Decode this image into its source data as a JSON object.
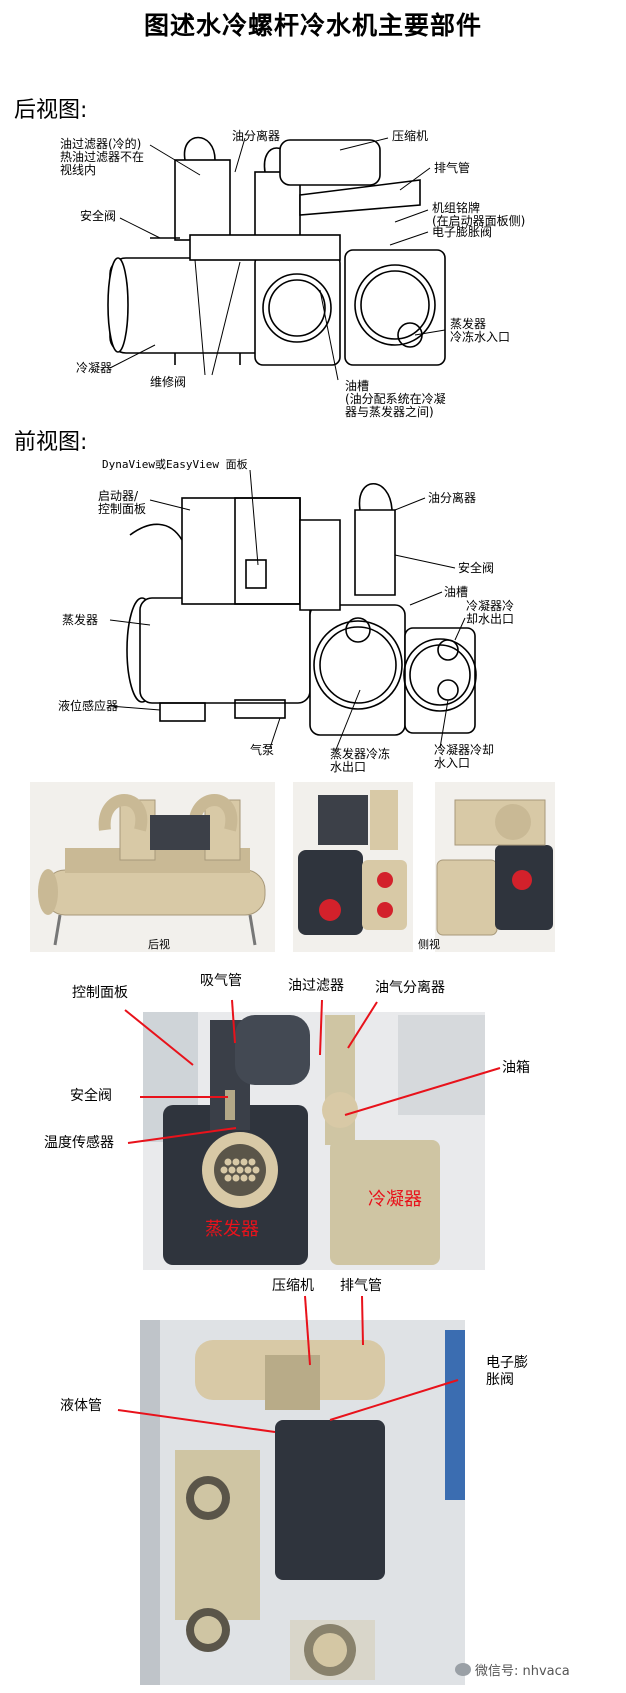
{
  "title": "图述水冷螺杆冷水机主要部件",
  "rear": {
    "heading": "后视图:",
    "labels": {
      "oil_filter": "油过滤器(冷的)\n热油过滤器不在\n视线内",
      "oil_separator": "油分离器",
      "compressor": "压缩机",
      "discharge_pipe": "排气管",
      "nameplate": "机组铭牌\n(在启动器面板侧)",
      "safety_valve": "安全阀",
      "exv": "电子膨胀阀",
      "evaporator_inlet": "蒸发器\n冷冻水入口",
      "condenser": "冷凝器",
      "service_valve": "维修阀",
      "oil_sump": "油槽\n(油分配系统在冷凝\n器与蒸发器之间)"
    }
  },
  "front": {
    "heading": "前视图:",
    "labels": {
      "panel": "DynaView或EasyView 面板",
      "starter": "启动器/\n控制面板",
      "oil_separator": "油分离器",
      "safety_valve": "安全阀",
      "oil_sump": "油槽",
      "cond_outlet": "冷凝器冷\n却水出口",
      "evaporator": "蒸发器",
      "level_sensor": "液位感应器",
      "pump": "气泵",
      "evap_outlet": "蒸发器冷冻\n水出口",
      "cond_inlet": "冷凝器冷却\n水入口"
    }
  },
  "photo_row": {
    "rear_caption": "后视",
    "side_caption": "侧视"
  },
  "photo1": {
    "labels": {
      "control_panel": "控制面板",
      "suction_pipe": "吸气管",
      "oil_filter": "油过滤器",
      "oil_gas_separator": "油气分离器",
      "safety_valve": "安全阀",
      "oil_tank": "油箱",
      "temp_sensor": "温度传感器",
      "evaporator": "蒸发器",
      "condenser": "冷凝器"
    }
  },
  "photo2": {
    "labels": {
      "compressor": "压缩机",
      "discharge_pipe": "排气管",
      "exv": "电子膨\n胀阀",
      "liquid_pipe": "液体管"
    }
  },
  "watermark": "微信号: nhvaca",
  "colors": {
    "arrow_red": "#e8121b",
    "machine_beige": "#d8c9a6",
    "evaporator_dark": "#2f343d",
    "background": "#ffffff"
  }
}
